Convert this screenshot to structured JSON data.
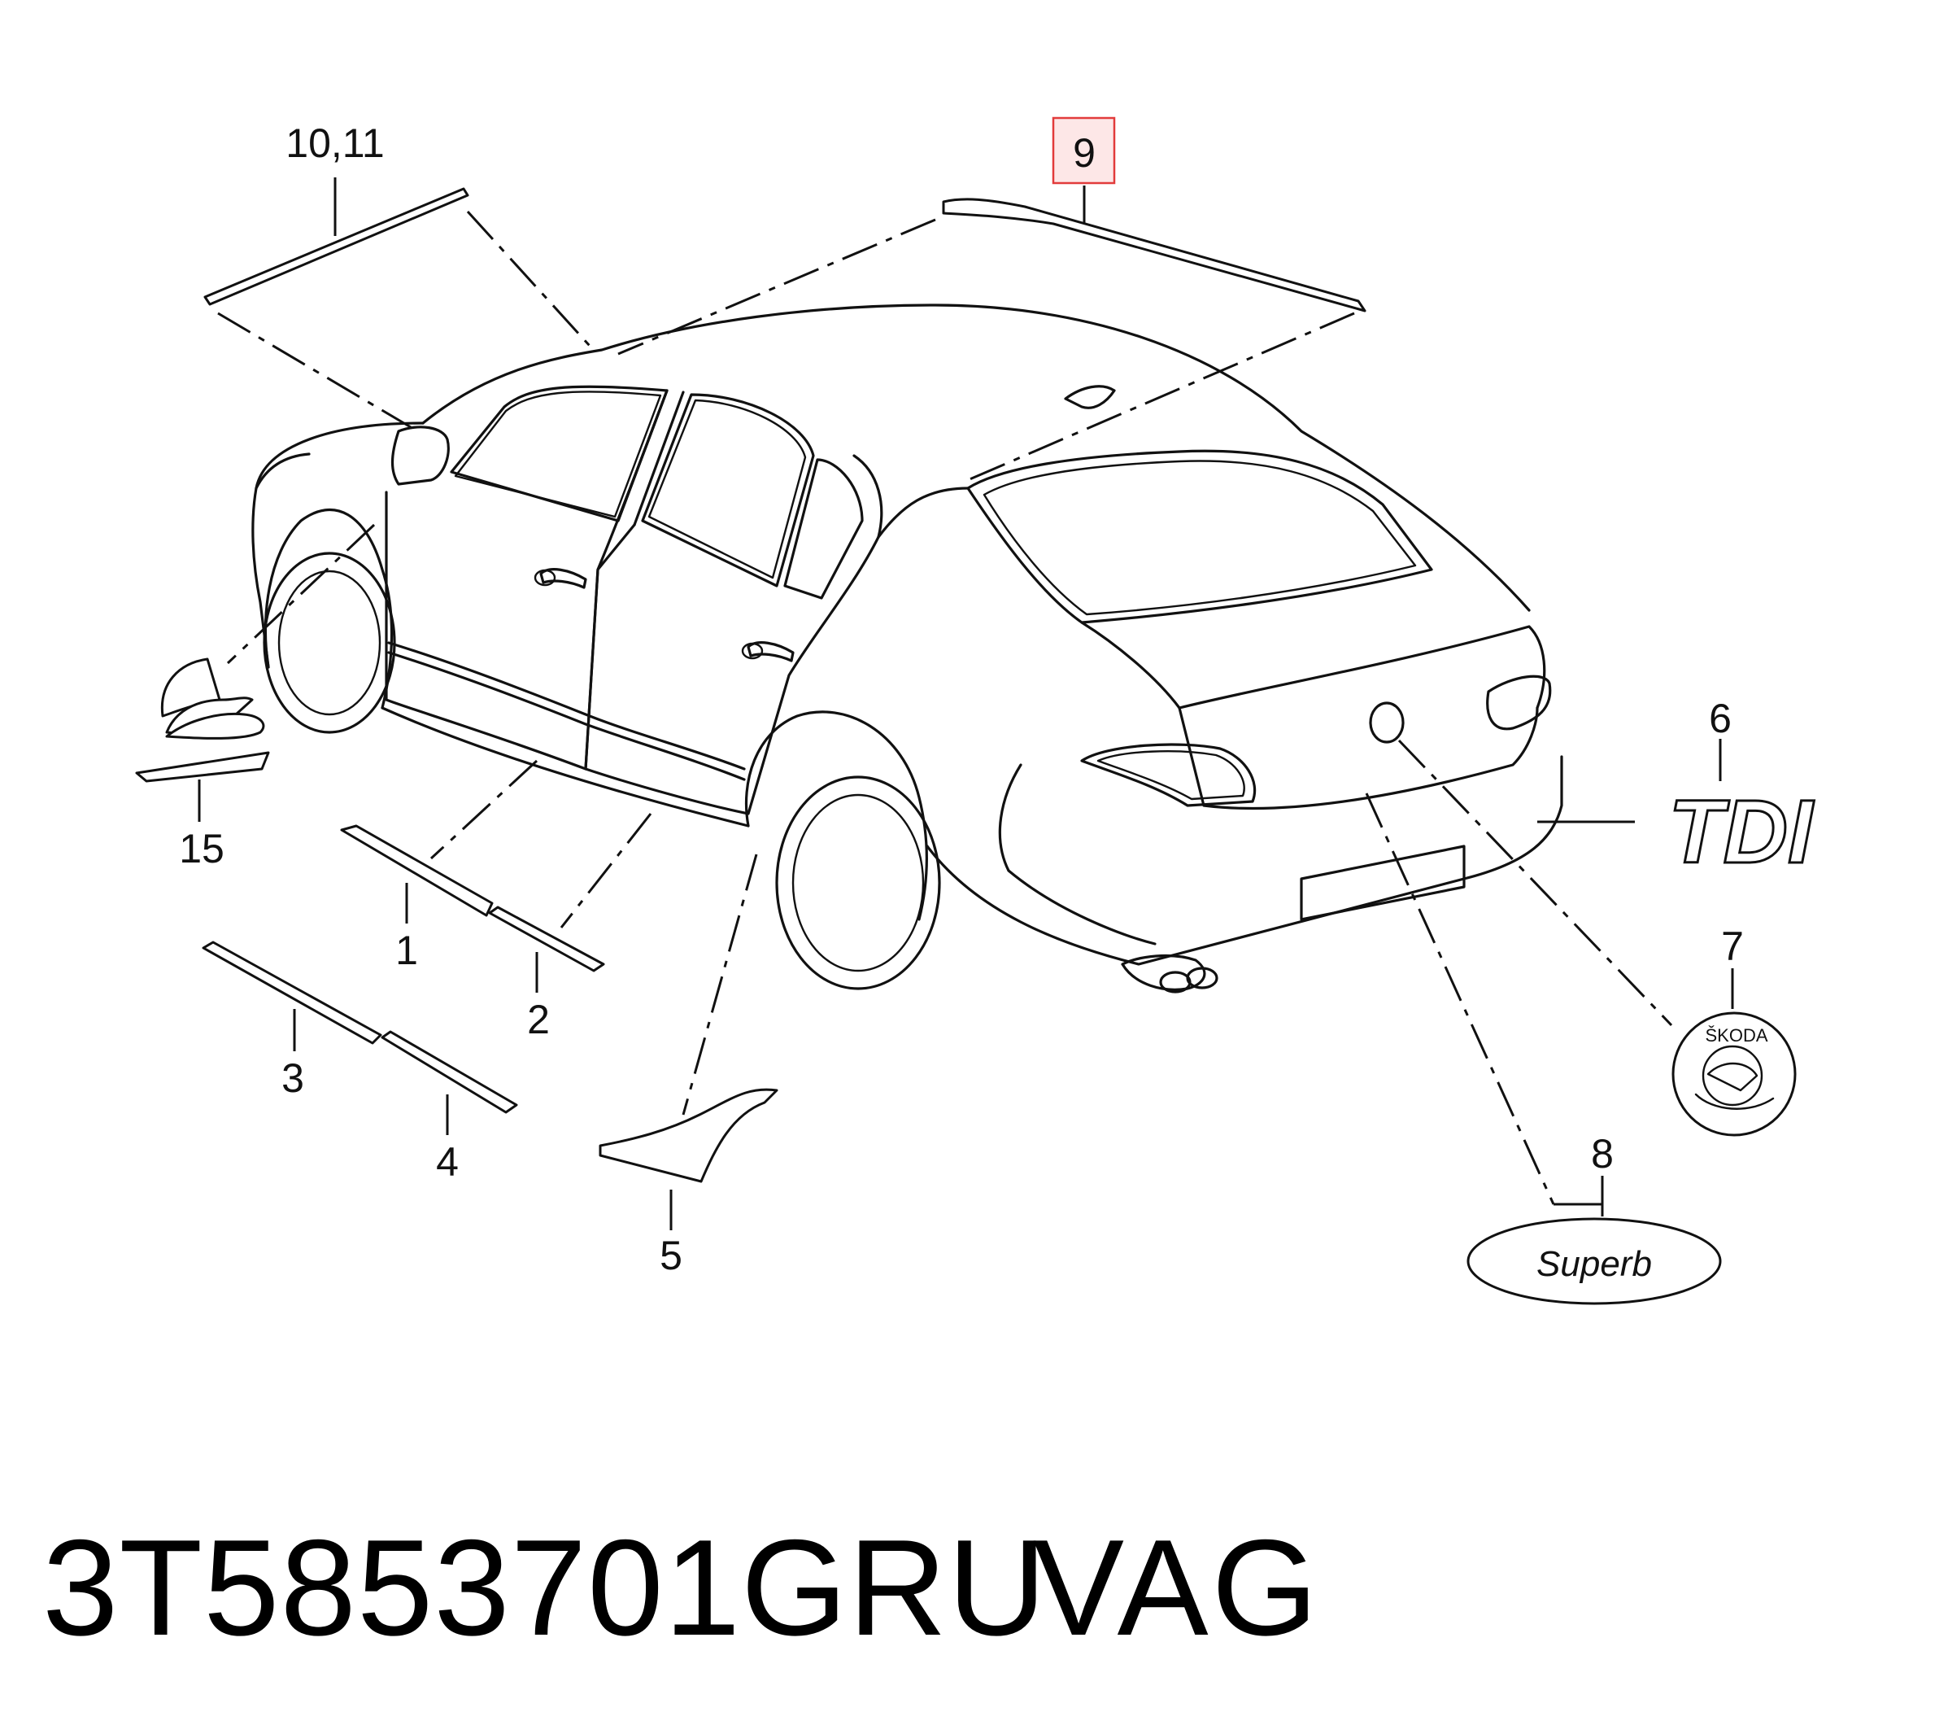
{
  "callouts": {
    "c1011": "10,11",
    "c9": "9",
    "c15": "15",
    "c1": "1",
    "c2": "2",
    "c3": "3",
    "c4": "4",
    "c5": "5",
    "c6": "6",
    "c7": "7",
    "c8": "8"
  },
  "badges": {
    "tdi": "TDI",
    "superb": "Superb",
    "skoda": "ŠKODA"
  },
  "highlight_color": "#e23b3b",
  "footer": {
    "part_number": "3T5853701GRU",
    "manufacturer": "VAG"
  }
}
